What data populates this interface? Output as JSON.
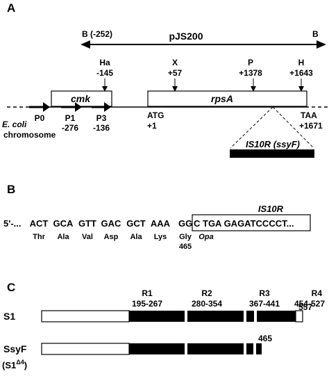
{
  "panel_a": {
    "label": "A",
    "plasmid": {
      "name": "pJS200",
      "left_end": "B (-252)",
      "right_end": "B"
    },
    "genes": {
      "cmk": "cmk",
      "rpsA": "rpsA"
    },
    "sites": [
      {
        "name": "Ha",
        "pos": "-145"
      },
      {
        "name": "X",
        "pos": "+57"
      },
      {
        "name": "P",
        "pos": "+1378"
      },
      {
        "name": "H",
        "pos": "+1643"
      }
    ],
    "promoters": [
      {
        "name": "P0",
        "pos": ""
      },
      {
        "name": "P1",
        "pos": "-276"
      },
      {
        "name": "P3",
        "pos": "-136"
      }
    ],
    "start_codon": {
      "name": "ATG",
      "pos": "+1"
    },
    "stop_codon": {
      "name": "TAA",
      "pos": "+1671"
    },
    "chromosome_line1": "E. coli",
    "chromosome_line2": "chromosome",
    "insertion": "IS10R (ssyF)"
  },
  "panel_b": {
    "label": "B",
    "prefix": "5'-...",
    "codons": [
      "ACT",
      "GCA",
      "GTT",
      "GAC",
      "GCT",
      "AAA"
    ],
    "amino_acids": [
      "Thr",
      "Ala",
      "Val",
      "Asp",
      "Ala",
      "Lys"
    ],
    "gg_codon": "GG",
    "gly": "Gly",
    "gly_pos": "465",
    "boxed_seq": "C TGA GAGATCCCCT...",
    "opa": "Opa",
    "is_label": "IS10R"
  },
  "panel_c": {
    "label": "C",
    "repeats": [
      {
        "name": "R1",
        "range": "195-267"
      },
      {
        "name": "R2",
        "range": "280-354"
      },
      {
        "name": "R3",
        "range": "367-441"
      },
      {
        "name": "R4",
        "range": "454-527"
      }
    ],
    "s1": {
      "name": "S1",
      "length": "557"
    },
    "ssyf": {
      "name": "SsyF",
      "alt_name": "(S1",
      "alt_sup": "Δ4",
      "alt_close": ")",
      "length": "465"
    }
  }
}
